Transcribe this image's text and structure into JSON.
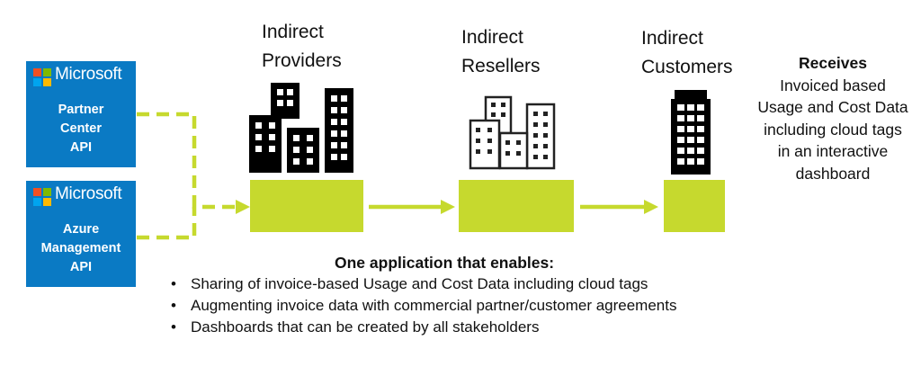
{
  "colors": {
    "api_box": "#0a7ac4",
    "accent_lime": "#c6d92e",
    "building": "#000000",
    "ms_logo": [
      "#f25022",
      "#7fba00",
      "#00a4ef",
      "#ffb900"
    ]
  },
  "apis": [
    {
      "brand": "Microsoft",
      "label": "Partner\nCenter\nAPI",
      "icon": "microsoft-logo-icon"
    },
    {
      "brand": "Microsoft",
      "label": "Azure\nManagement\nAPI",
      "icon": "microsoft-logo-icon"
    }
  ],
  "stages": [
    {
      "title": "Indirect\nProviders",
      "icon": "office-buildings-icon"
    },
    {
      "title": "Indirect\nResellers",
      "icon": "office-buildings-icon"
    },
    {
      "title": "Indirect\nCustomers",
      "icon": "office-tower-icon"
    }
  ],
  "receives": {
    "heading": "Receives",
    "text": "Invoiced based Usage and Cost Data including cloud tags in an interactive dashboard"
  },
  "enables": {
    "title": "One application that enables:",
    "bullets": [
      "Sharing of invoice-based Usage and Cost Data including cloud tags",
      "Augmenting invoice data with commercial partner/customer agreements",
      "Dashboards that can be created by all stakeholders"
    ]
  }
}
